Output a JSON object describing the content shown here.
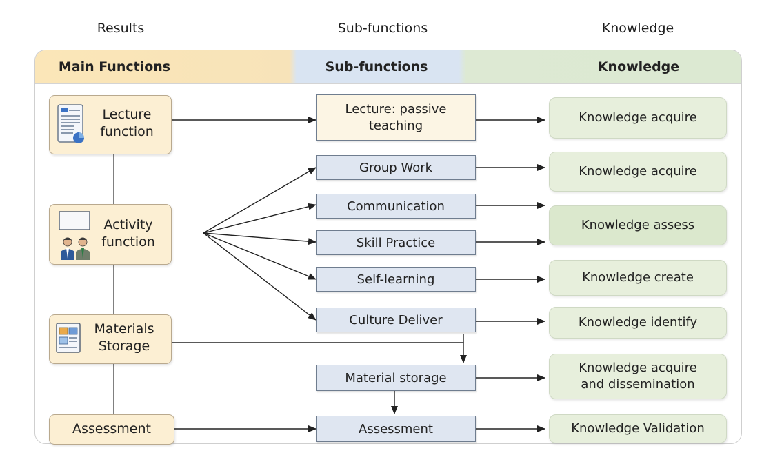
{
  "top_labels": {
    "results": "Results",
    "sub_functions": "Sub-functions",
    "knowledge": "Knowledge"
  },
  "header": {
    "main_functions": "Main Functions",
    "sub_functions": "Sub-functions",
    "knowledge": "Knowledge"
  },
  "main_functions": {
    "lecture": {
      "line1": "Lecture",
      "line2": "function",
      "icon": "document-chart-icon"
    },
    "activity": {
      "line1": "Activity",
      "line2": "function",
      "icon": "people-whiteboard-icon"
    },
    "materials": {
      "line1": "Materials",
      "line2": "Storage",
      "icon": "materials-board-icon"
    },
    "assessment": {
      "label": "Assessment"
    }
  },
  "sub_functions": {
    "lecture_line1": "Lecture: passive",
    "lecture_line2": "teaching",
    "group_work": "Group Work",
    "communication": "Communication",
    "skill_practice": "Skill Practice",
    "self_learning": "Self-learning",
    "culture_deliver": "Culture Deliver",
    "material_storage": "Material storage",
    "assessment": "Assessment"
  },
  "knowledge": {
    "k1": "Knowledge acquire",
    "k2": "Knowledge acquire",
    "k3": "Knowledge assess",
    "k4": "Knowledge create",
    "k5": "Knowledge identify",
    "k6_line1": "Knowledge acquire",
    "k6_line2": "and dissemination",
    "k7": "Knowledge Validation"
  },
  "colors": {
    "main_fill": "#fcefd3",
    "sub_fill": "#dfe6f1",
    "knowledge_fill": "#e7efdc",
    "header_main": "#fbe6b8",
    "header_sub": "#d9e4f2",
    "header_knowledge": "#dde9d3"
  }
}
